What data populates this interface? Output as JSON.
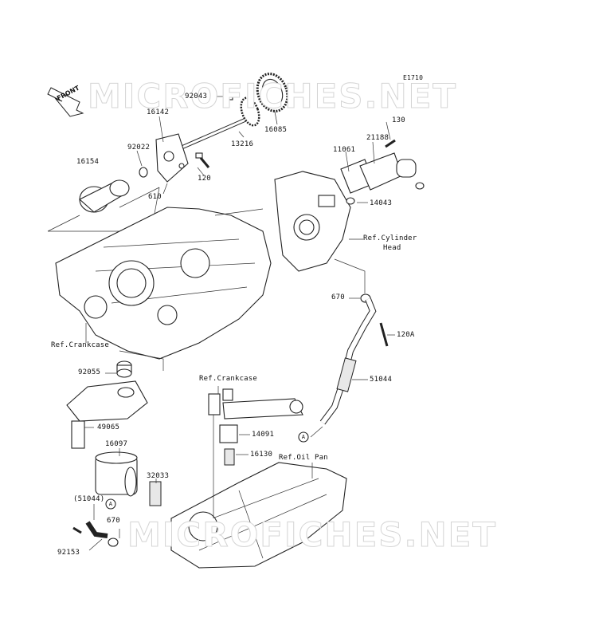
{
  "diagram_code": "E1710",
  "watermark": "MICROFICHES.NET",
  "front_label": "FRONT",
  "parts": [
    {
      "id": "92043",
      "name": "part-92043"
    },
    {
      "id": "16085",
      "name": "part-16085"
    },
    {
      "id": "16142",
      "name": "part-16142"
    },
    {
      "id": "13216",
      "name": "part-13216"
    },
    {
      "id": "92022",
      "name": "part-92022"
    },
    {
      "id": "16154",
      "name": "part-16154"
    },
    {
      "id": "120",
      "name": "part-120"
    },
    {
      "id": "610",
      "name": "part-610"
    },
    {
      "id": "130",
      "name": "part-130"
    },
    {
      "id": "21188",
      "name": "part-21188"
    },
    {
      "id": "11061",
      "name": "part-11061"
    },
    {
      "id": "14043",
      "name": "part-14043"
    },
    {
      "id": "670",
      "name": "part-670-upper"
    },
    {
      "id": "120A",
      "name": "part-120a"
    },
    {
      "id": "51044",
      "name": "part-51044"
    },
    {
      "id": "92055",
      "name": "part-92055"
    },
    {
      "id": "49065",
      "name": "part-49065"
    },
    {
      "id": "16097",
      "name": "part-16097"
    },
    {
      "id": "14091",
      "name": "part-14091"
    },
    {
      "id": "16130",
      "name": "part-16130"
    },
    {
      "id": "32033",
      "name": "part-32033"
    },
    {
      "id": "(51044)",
      "name": "part-51044-ref"
    },
    {
      "id": "670",
      "name": "part-670-lower"
    },
    {
      "id": "92153",
      "name": "part-92153"
    }
  ],
  "refs": {
    "cylinder_head_line1": "Ref.Cylinder",
    "cylinder_head_line2": "Head",
    "crankcase_left": "Ref.Crankcase",
    "crankcase_center": "Ref.Crankcase",
    "oil_pan": "Ref.Oil Pan"
  },
  "connector_a": "A"
}
